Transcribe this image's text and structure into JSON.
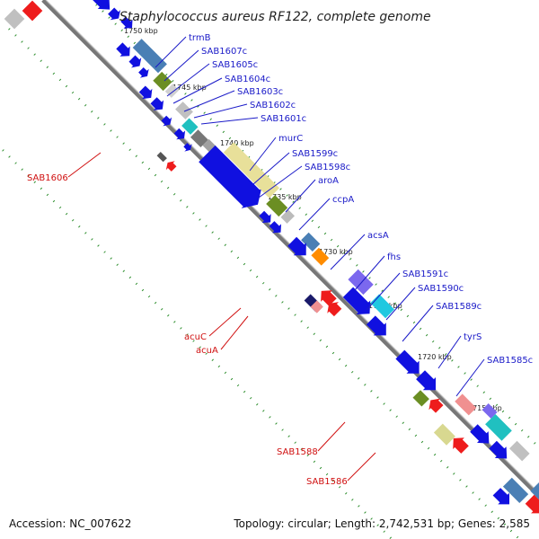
{
  "title": "Staphylococcus aureus RF122, complete genome",
  "accession_text": "Accession: NC_007622",
  "topology_text": "Topology: circular; Length: 2,742,531 bp; Genes: 2,585",
  "kbp_labels": [
    "1750 kbp",
    "1745 kbp",
    "1740 kbp",
    "1735 kbp",
    "1730 kbp",
    "1725 kbp",
    "1720 kbp",
    "1715 kbp"
  ],
  "genes_top": [
    "trmB",
    "SAB1607c",
    "SAB1605c",
    "SAB1604c",
    "SAB1603c",
    "SAB1602c",
    "SAB1601c",
    "murC",
    "SAB1599c",
    "SAB1598c",
    "aroA",
    "ccpA",
    "acsA",
    "fhs",
    "SAB1591c",
    "SAB1590c",
    "SAB1589c",
    "tyrS",
    "SAB1585c"
  ],
  "genes_bottom": [
    "SAB1606",
    "acuC",
    "acuA",
    "SAB1588",
    "SAB1586"
  ],
  "colors": {
    "backbone": "#777777",
    "dots": "#2f8f2f",
    "blue_gene": "#1010e0",
    "red_gene": "#ee1c1c",
    "blue_label": "#1a1ac8",
    "red_label": "#d01010"
  }
}
